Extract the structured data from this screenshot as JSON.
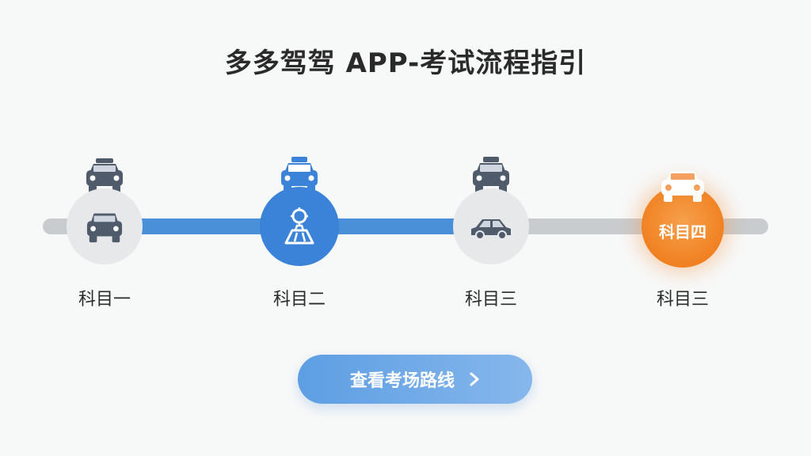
{
  "title": "多多驾驾 APP-考试流程指引",
  "steps": [
    {
      "label": "科目一",
      "state": "default",
      "top_icon": "car-front-icon",
      "node_icon": "car-front-icon"
    },
    {
      "label": "科目二",
      "state": "active",
      "top_icon": "taxi-front-icon",
      "node_icon": "route-map-icon"
    },
    {
      "label": "科目三",
      "state": "default",
      "top_icon": "taxi-front-icon",
      "node_icon": "car-side-icon"
    },
    {
      "label": "科目三",
      "state": "highlight",
      "top_icon": "car-front-icon",
      "node_text": "科目四"
    }
  ],
  "button": {
    "label": "查看考场路线",
    "icon": "chevron-right-icon"
  },
  "colors": {
    "blue": "#3b83d8",
    "track_blue": "#4a90d9",
    "track_gray": "#c9ccce",
    "orange": "#f07e1e",
    "icon_dark": "#4f5a6b",
    "node_gray": "#e6e8ea"
  }
}
